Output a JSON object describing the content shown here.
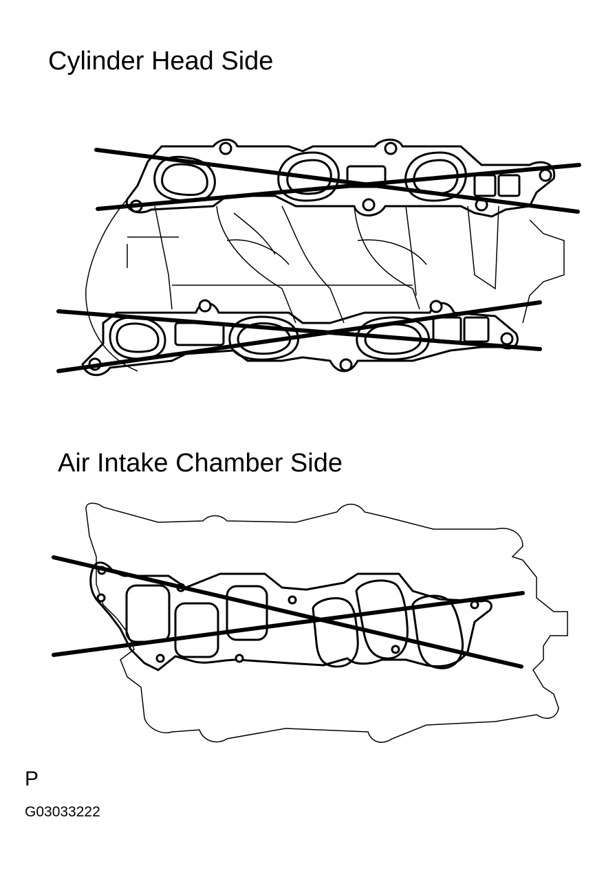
{
  "upper_section": {
    "title": "Cylinder Head Side"
  },
  "lower_section": {
    "title": "Air Intake Chamber Side"
  },
  "corner_mark": "P",
  "figure_code": "G03033222"
}
